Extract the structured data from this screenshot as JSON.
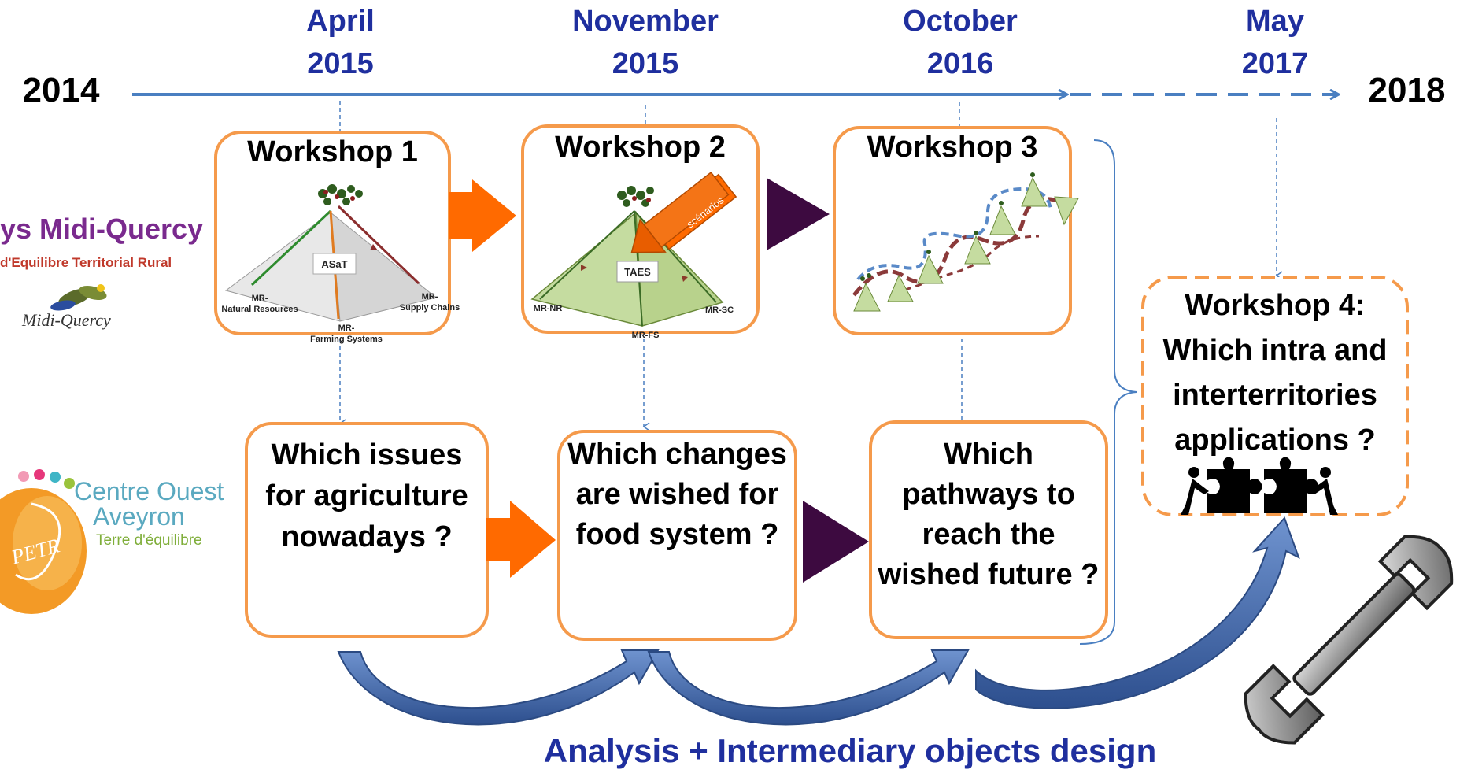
{
  "timeline": {
    "start_year": "2014",
    "end_year": "2018",
    "dates": [
      {
        "month": "April",
        "year": "2015"
      },
      {
        "month": "November",
        "year": "2015"
      },
      {
        "month": "October",
        "year": "2016"
      },
      {
        "month": "May",
        "year": "2017"
      }
    ]
  },
  "workshops": [
    {
      "title": "Workshop 1",
      "question": "Which issues for agriculture nowadays ?"
    },
    {
      "title": "Workshop 2",
      "question": "Which changes are wished for food system ?"
    },
    {
      "title": "Workshop 3",
      "question": "Which pathways to reach the wished future ?"
    }
  ],
  "workshop4": {
    "text": "Workshop 4: Which intra and interterritories applications ?"
  },
  "pyramid1": {
    "center": "ASaT",
    "left": "MR-\nNatural Resources",
    "right": "MR-\nSupply Chains",
    "bottom": "MR-\nFarming Systems"
  },
  "pyramid2": {
    "center": "TAES",
    "left": "MR-NR",
    "right": "MR-SC",
    "bottom": "MR-FS",
    "scenarios": "scénarios"
  },
  "logos": {
    "pays_title": "ys Midi-Quercy",
    "pays_sub": "d'Equilibre Territorial Rural",
    "pays_script": "Midi-Quercy",
    "centre_l1": "Centre Ouest",
    "centre_l2": "Aveyron",
    "centre_l3": "Terre d'équilibre",
    "centre_mark": "PETR"
  },
  "footer": {
    "analysis": "Analysis + Intermediary objects design"
  },
  "colors": {
    "timeline": "#4a7fc1",
    "date_text": "#1f2f9e",
    "box_border": "#f59a4b",
    "orange_arrow": "#ff6a00",
    "purple_arrow": "#3d0a40",
    "curved_arrow": "#3a62a6",
    "analysis_text": "#1f2f9e"
  },
  "icons": [
    "puzzle-people-icon",
    "wrench-icon"
  ]
}
